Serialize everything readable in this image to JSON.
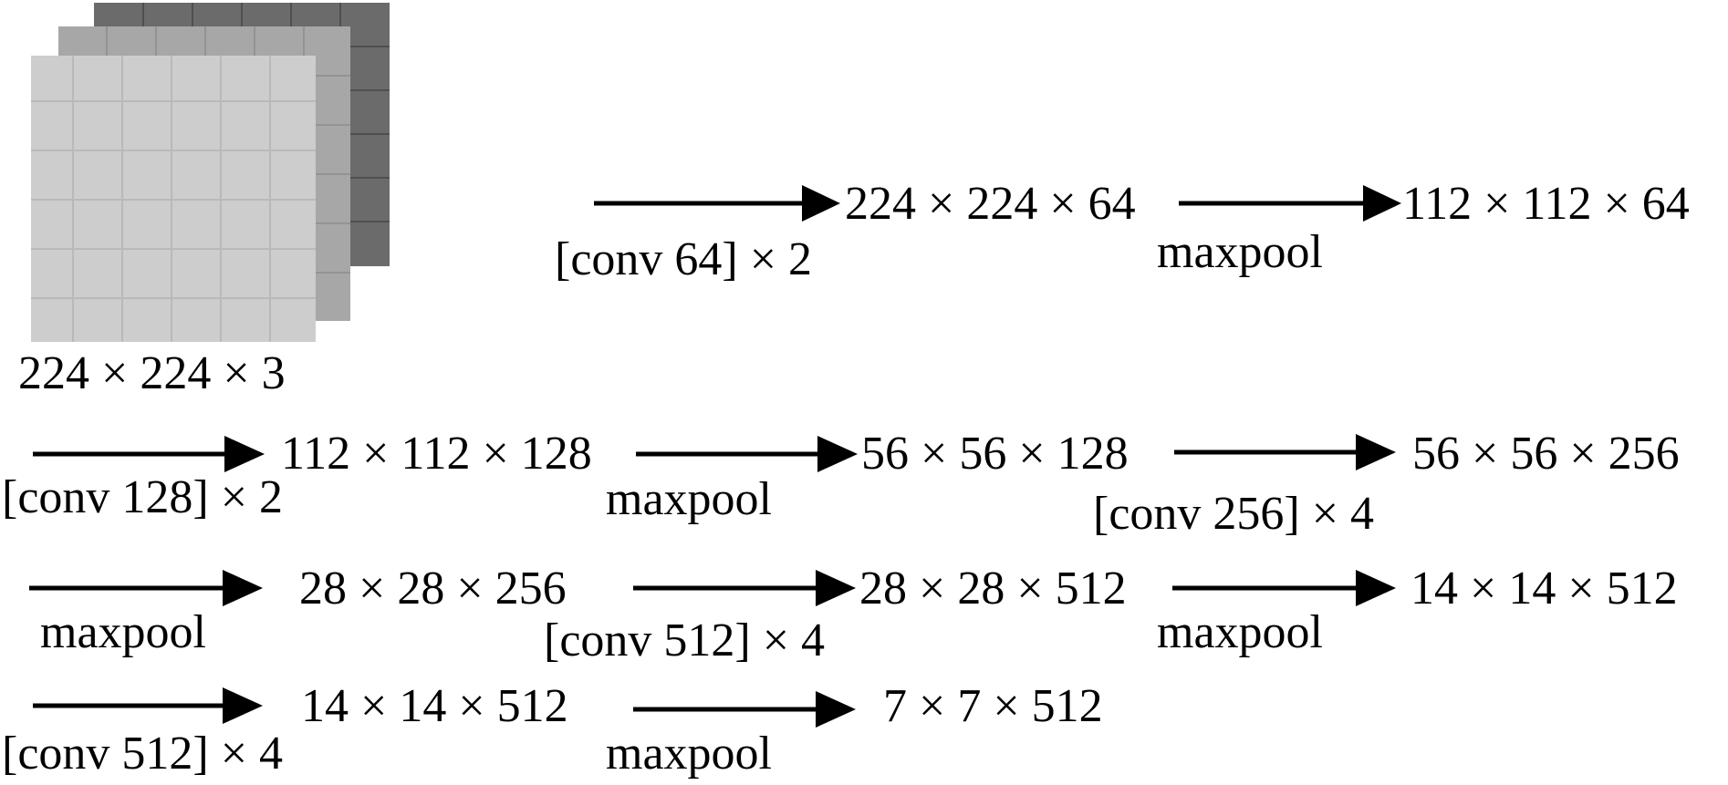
{
  "diagram": {
    "input": {
      "label": "224 × 224 × 3",
      "layer_colors": [
        "#6b6b6b",
        "#a7a7a7",
        "#cdcdcd"
      ]
    },
    "row1": {
      "arrow1_label": "[conv 64] × 2",
      "node1": "224 × 224 × 64",
      "arrow2_label": "maxpool",
      "node2": "112 × 112 × 64"
    },
    "row2": {
      "arrow1_label": "[conv 128] × 2",
      "node1": "112 × 112 × 128",
      "arrow2_label": "maxpool",
      "node2": "56 × 56 × 128",
      "arrow3_label": "[conv 256] × 4",
      "node3": "56 × 56 × 256"
    },
    "row3": {
      "arrow1_label": "maxpool",
      "node1": "28 × 28 × 256",
      "arrow2_label": "[conv 512] × 4",
      "node2": "28 × 28 × 512",
      "arrow3_label": "maxpool",
      "node3": "14 × 14 × 512"
    },
    "row4": {
      "arrow1_label": "[conv 512] × 4",
      "node1": "14 × 14 × 512",
      "arrow2_label": "maxpool",
      "node2": "7 × 7 × 512"
    }
  }
}
